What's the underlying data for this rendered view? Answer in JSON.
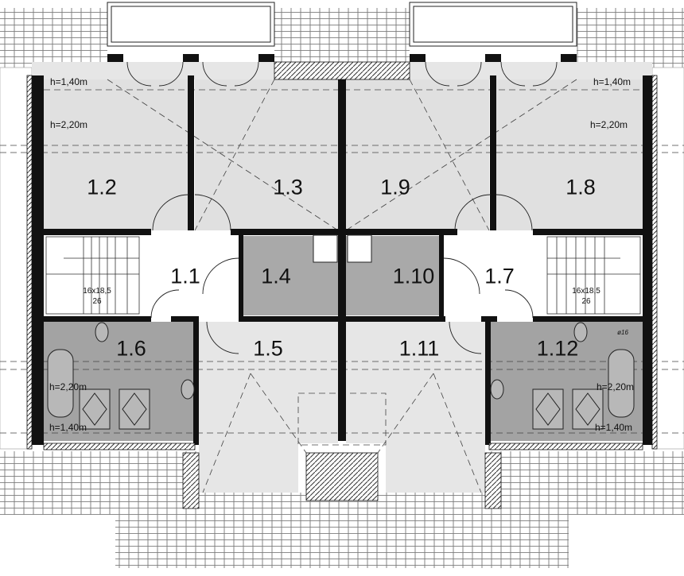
{
  "rooms": {
    "r1_1": "1.1",
    "r1_2": "1.2",
    "r1_3": "1.3",
    "r1_4": "1.4",
    "r1_5": "1.5",
    "r1_6": "1.6",
    "r1_7": "1.7",
    "r1_8": "1.8",
    "r1_9": "1.9",
    "r1_10": "1.10",
    "r1_11": "1.11",
    "r1_12": "1.12"
  },
  "heights": {
    "low": "h=1,40m",
    "high": "h=2,20m"
  },
  "stairs": {
    "dims": "16x18,5",
    "count": "26"
  },
  "pipe": "ø16",
  "colors": {
    "room_light": "#e0e0e0",
    "room_dark": "#a9a9a9",
    "wall": "#111111"
  }
}
